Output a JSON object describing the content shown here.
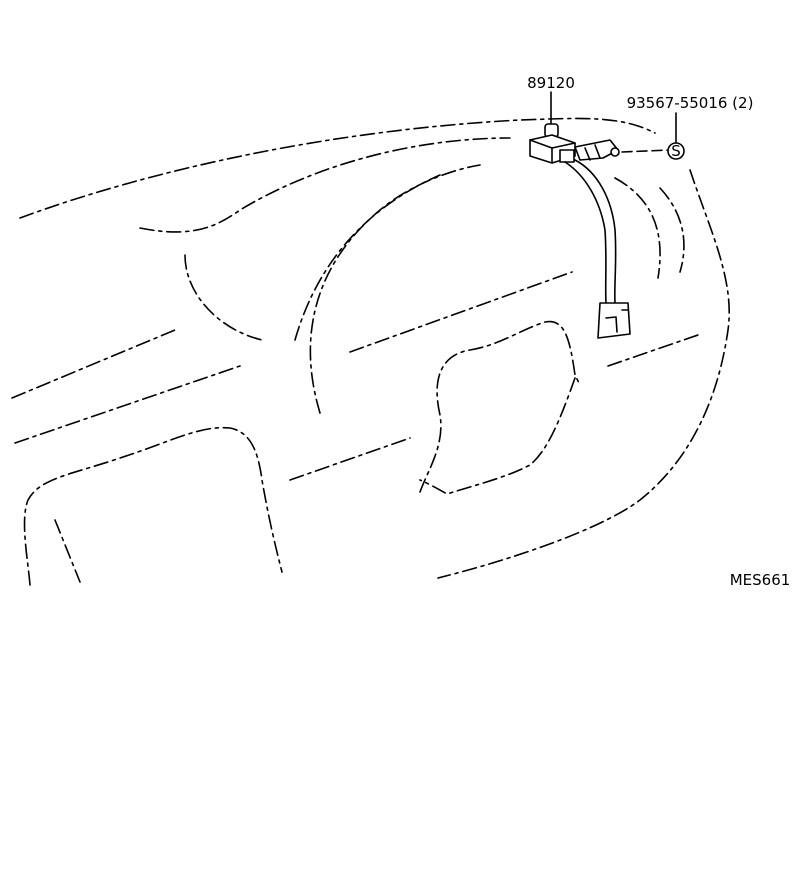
{
  "labels": {
    "part_sensor": "89120",
    "part_bolt": "93567-55016 (2)",
    "bolt_symbol": "S",
    "figure_code": "MES661"
  }
}
